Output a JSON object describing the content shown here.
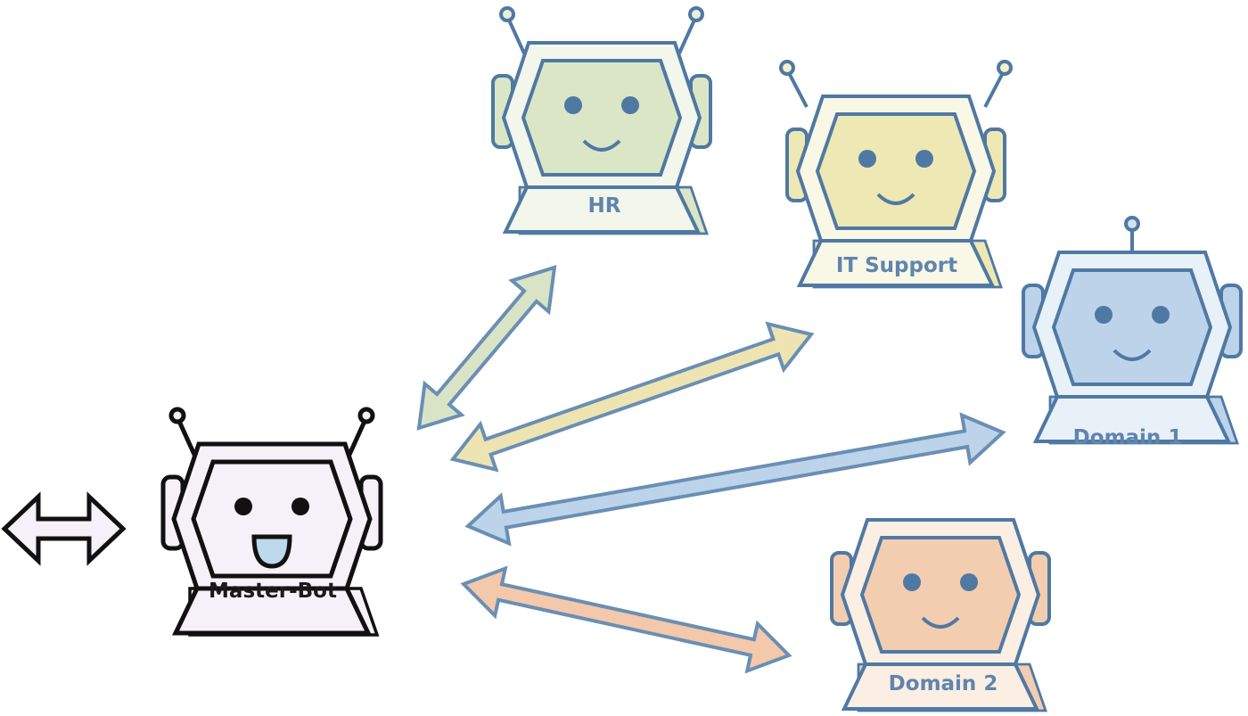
{
  "diagram": {
    "master": {
      "label": "Master-Bot"
    },
    "bots": [
      {
        "id": "hr",
        "label": "HR",
        "face_color": "#dbe6c7",
        "stroke": "#4f79a3",
        "arrow_color": "#d9e4c6"
      },
      {
        "id": "it",
        "label": "IT Support",
        "face_color": "#eee8b4",
        "stroke": "#4f79a3",
        "arrow_color": "#eee4b2"
      },
      {
        "id": "d1",
        "label": "Domain 1",
        "face_color": "#bcd3ea",
        "stroke": "#4f79a3",
        "arrow_color": "#bcd3ea"
      },
      {
        "id": "d2",
        "label": "Domain 2",
        "face_color": "#f3cdb0",
        "stroke": "#4f79a3",
        "arrow_color": "#f4c8aa"
      }
    ],
    "colors": {
      "master_stroke": "#111111",
      "master_fill": "#f6f1f8",
      "master_mouth": "#bcd8ea",
      "bot_label_text": "#5f85ad",
      "master_label_text": "#1a1a1a",
      "left_arrow_fill": "#f6f1f8"
    }
  }
}
